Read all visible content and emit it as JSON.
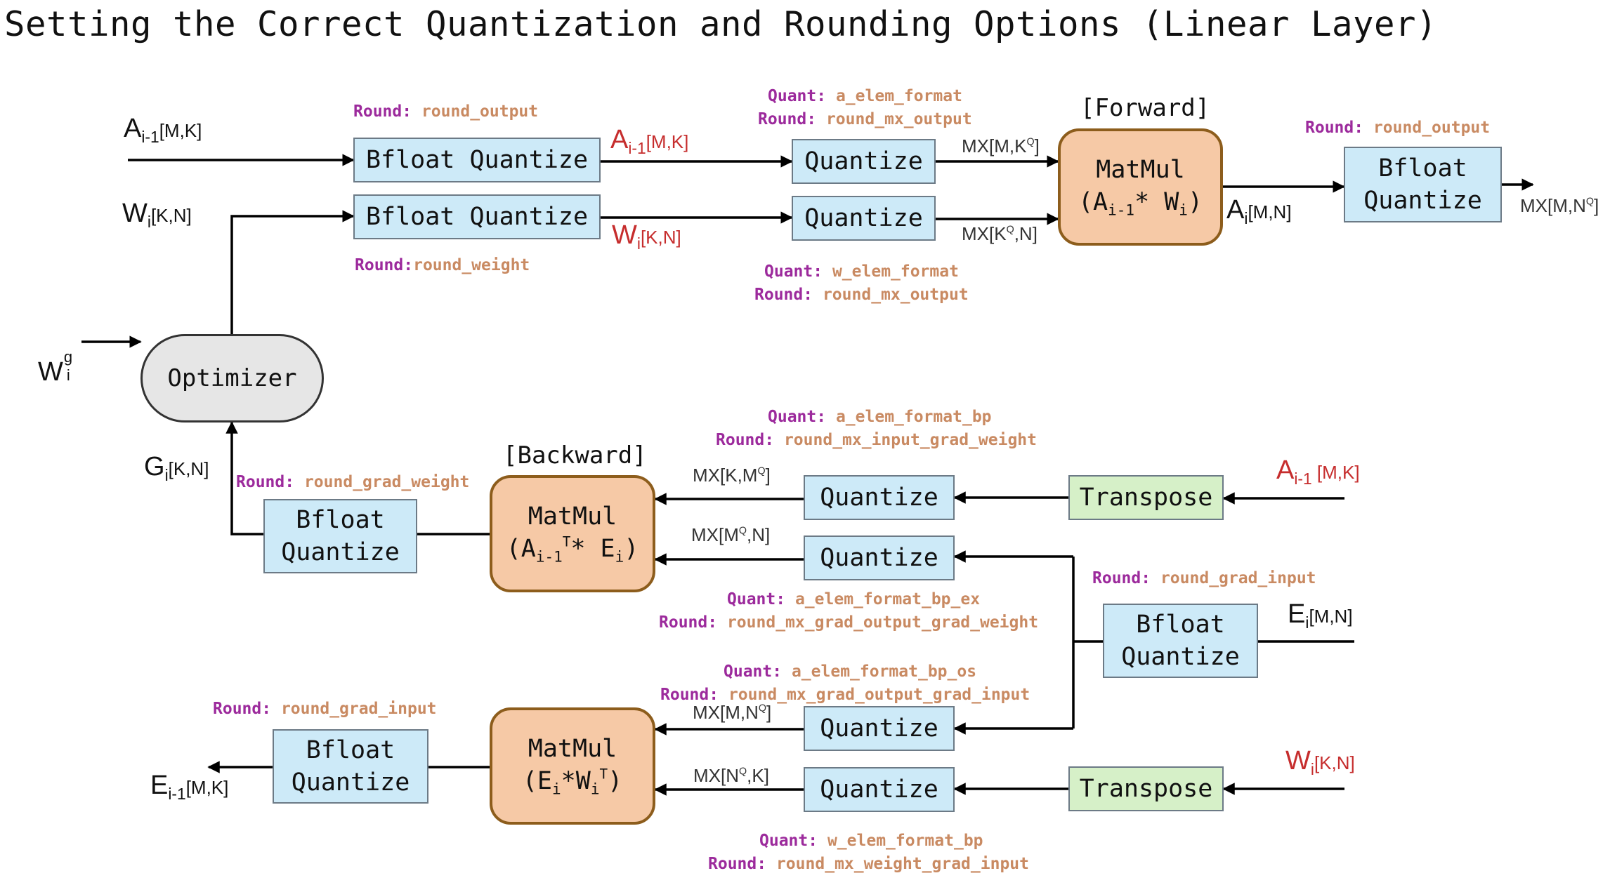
{
  "title": "Setting the Correct Quantization and Rounding Options (Linear Layer)",
  "sections": {
    "forward": "[Forward]",
    "backward": "[Backward]"
  },
  "boxes": {
    "bfloat_quantize_inline": "Bfloat Quantize",
    "bfloat": "Bfloat",
    "quantize": "Quantize",
    "transpose": "Transpose",
    "optimizer": "Optimizer",
    "matmul": "MatMul",
    "fwd_expr": {
      "a": "(A",
      "a_sub": "i-1",
      "b": "* W",
      "b_sub": "i",
      "c": ")"
    },
    "bwd1_expr": {
      "a": "(A",
      "a_sub": "i-1",
      "a_sup": "T",
      "b": "* E",
      "b_sub": "i",
      "c": ")"
    },
    "bwd2_expr": {
      "a": "(E",
      "a_sub": "i",
      "b": "*W",
      "b_sub": "i",
      "b_sup": "T",
      "c": ")"
    }
  },
  "signals": {
    "A": "A",
    "W": "W",
    "E": "E",
    "G": "G",
    "sub_im1": "i-1",
    "sub_i": "i",
    "sup_g": "g",
    "MK": "[M,K]",
    "KN": "[K,N]",
    "MN": "[M,N]",
    "MK_sp": " [M,K]"
  },
  "mx_labels": {
    "fwd_a": [
      "MX[M,K",
      "Q",
      "]"
    ],
    "fwd_w": [
      "MX[K",
      "Q",
      ",N]"
    ],
    "fwd_out": [
      "MX[M,N",
      "Q",
      "]"
    ],
    "bwd_a": [
      "MX[K,M",
      "Q",
      "]"
    ],
    "bwd_e1": [
      "MX[M",
      "Q",
      ",N]"
    ],
    "bwd_e2": [
      "MX[M,N",
      "Q",
      "]"
    ],
    "bwd_w": [
      "MX[N",
      "Q",
      ",K]"
    ]
  },
  "annotations": {
    "quant_key": "Quant:",
    "round_key": "Round:",
    "round_key_nospace": "Round:",
    "round_output": "round_output",
    "round_weight": "round_weight",
    "round_grad_weight": "round_grad_weight",
    "round_grad_input": "round_grad_input",
    "round_mx_output": "round_mx_output",
    "round_mx_input_grad_weight": "round_mx_input_grad_weight",
    "round_mx_grad_output_grad_weight": "round_mx_grad_output_grad_weight",
    "round_mx_grad_output_grad_input": "round_mx_grad_output_grad_input",
    "round_mx_weight_grad_input": "round_mx_weight_grad_input",
    "a_elem_format": "a_elem_format",
    "w_elem_format": "w_elem_format",
    "a_elem_format_bp": "a_elem_format_bp",
    "a_elem_format_bp_ex": "a_elem_format_bp_ex",
    "a_elem_format_bp_os": "a_elem_format_bp_os",
    "w_elem_format_bp": "w_elem_format_bp"
  },
  "colors": {
    "title_text": "#111111",
    "red_signal": "#c62d2d",
    "quant_round_key": "#9c2a9c",
    "option_value": "#c98a62",
    "bfloat_box": "#cdeaf8",
    "transpose_box": "#d6f0c8",
    "matmul_box": "#f6c9a6",
    "matmul_border": "#8d5d1c",
    "optimizer_box": "#e6e6e6"
  }
}
